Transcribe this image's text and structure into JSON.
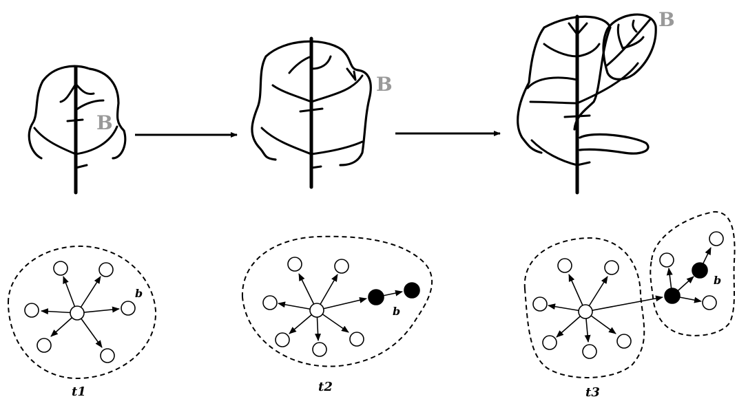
{
  "stages": [
    {
      "time_label": "t1",
      "bud_label": "B",
      "graph_b_label": "b"
    },
    {
      "time_label": "t2",
      "bud_label": "B",
      "graph_b_label": "b"
    },
    {
      "time_label": "t3",
      "bud_label": "B",
      "graph_b_label": "b"
    }
  ]
}
